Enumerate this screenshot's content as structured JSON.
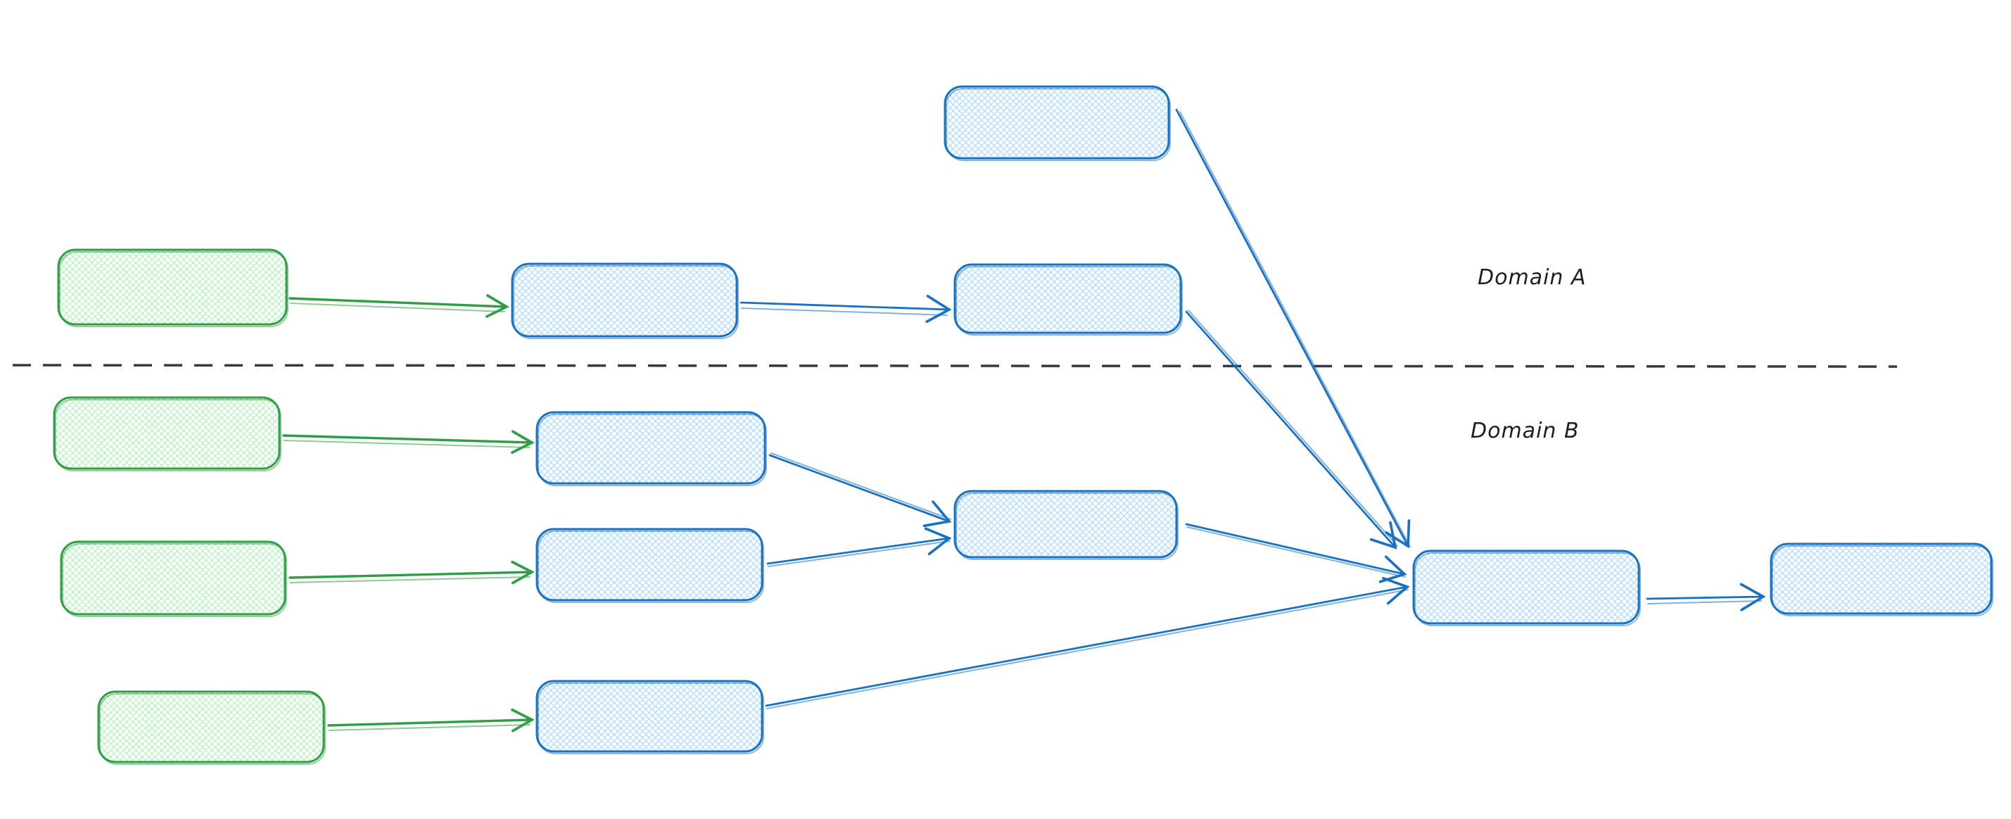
{
  "diagram": {
    "type": "flow-diagram",
    "style": "hand-drawn-sketch",
    "background": "#ffffff",
    "labels": {
      "domain_a": "Domain A",
      "domain_b": "Domain B"
    },
    "colors": {
      "green_stroke": "#2f9e44",
      "green_fill": "#b2f2bb",
      "blue_stroke": "#1971c2",
      "blue_fill": "#a5d8ff",
      "divider": "#343a40",
      "label_text": "#1e1e1e"
    },
    "divider": {
      "style": "dashed",
      "orientation": "horizontal",
      "separates": [
        "Domain A",
        "Domain B"
      ]
    },
    "nodes": [
      {
        "id": "top-blue-box",
        "color": "blue",
        "region": "Domain A",
        "text": ""
      },
      {
        "id": "domain-a-green-source",
        "color": "green",
        "region": "Domain A",
        "text": ""
      },
      {
        "id": "domain-a-blue-step-1",
        "color": "blue",
        "region": "Domain A",
        "text": ""
      },
      {
        "id": "domain-a-blue-step-2",
        "color": "blue",
        "region": "Domain A",
        "text": ""
      },
      {
        "id": "domain-b-green-source-1",
        "color": "green",
        "region": "Domain B",
        "text": ""
      },
      {
        "id": "domain-b-blue-step-1",
        "color": "blue",
        "region": "Domain B",
        "text": ""
      },
      {
        "id": "domain-b-green-source-2",
        "color": "green",
        "region": "Domain B",
        "text": ""
      },
      {
        "id": "domain-b-blue-step-2",
        "color": "blue",
        "region": "Domain B",
        "text": ""
      },
      {
        "id": "domain-b-blue-merge",
        "color": "blue",
        "region": "Domain B",
        "text": ""
      },
      {
        "id": "domain-b-green-source-3",
        "color": "green",
        "region": "Domain B",
        "text": ""
      },
      {
        "id": "domain-b-blue-step-3",
        "color": "blue",
        "region": "Domain B",
        "text": ""
      },
      {
        "id": "central-merge-box",
        "color": "blue",
        "region": "Domain B",
        "text": ""
      },
      {
        "id": "final-output-box",
        "color": "blue",
        "region": "Domain B",
        "text": ""
      }
    ],
    "edges": [
      {
        "from": "domain-a-green-source",
        "to": "domain-a-blue-step-1",
        "color": "green"
      },
      {
        "from": "domain-a-blue-step-1",
        "to": "domain-a-blue-step-2",
        "color": "blue"
      },
      {
        "from": "top-blue-box",
        "to": "central-merge-box",
        "color": "blue"
      },
      {
        "from": "domain-a-blue-step-2",
        "to": "central-merge-box",
        "color": "blue"
      },
      {
        "from": "domain-b-green-source-1",
        "to": "domain-b-blue-step-1",
        "color": "green"
      },
      {
        "from": "domain-b-blue-step-1",
        "to": "domain-b-blue-merge",
        "color": "blue"
      },
      {
        "from": "domain-b-green-source-2",
        "to": "domain-b-blue-step-2",
        "color": "green"
      },
      {
        "from": "domain-b-blue-step-2",
        "to": "domain-b-blue-merge",
        "color": "blue"
      },
      {
        "from": "domain-b-blue-merge",
        "to": "central-merge-box",
        "color": "blue"
      },
      {
        "from": "domain-b-green-source-3",
        "to": "domain-b-blue-step-3",
        "color": "green"
      },
      {
        "from": "domain-b-blue-step-3",
        "to": "central-merge-box",
        "color": "blue"
      },
      {
        "from": "central-merge-box",
        "to": "final-output-box",
        "color": "blue"
      }
    ]
  }
}
